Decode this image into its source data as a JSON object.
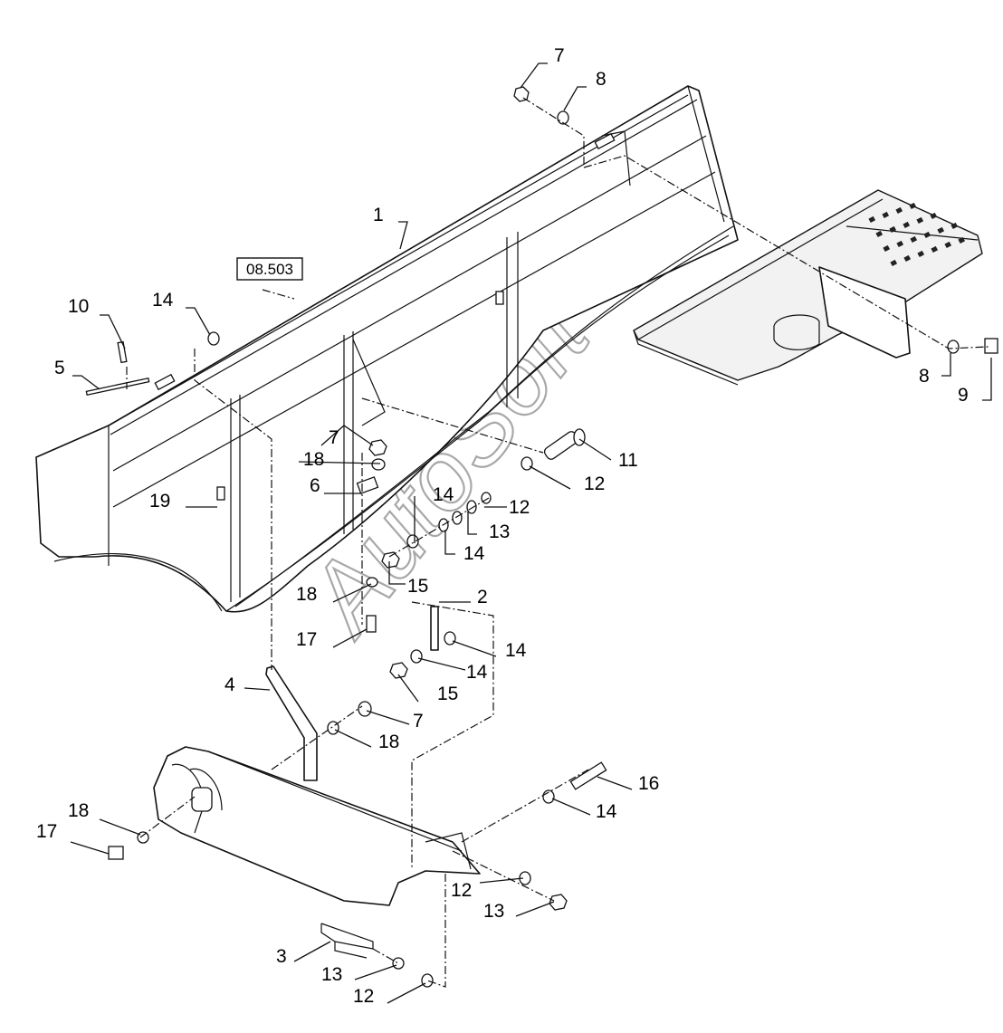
{
  "reference_box": "08.503",
  "watermark": "AutoSoft",
  "callouts": {
    "c7a": "7",
    "c8a": "8",
    "c1": "1",
    "c10": "10",
    "c14a": "14",
    "c5": "5",
    "c19": "19",
    "c7b": "7",
    "c18a": "18",
    "c6": "6",
    "c14b": "14",
    "c12a": "12",
    "c13a": "13",
    "c14c": "14",
    "c15a": "15",
    "c18b": "18",
    "c2": "2",
    "c17a": "17",
    "c14d": "14",
    "c14e": "14",
    "c15b": "15",
    "c4": "4",
    "c7c": "7",
    "c18c": "18",
    "c16": "16",
    "c14f": "14",
    "c18d": "18",
    "c17b": "17",
    "c12b": "12",
    "c13b": "13",
    "c3": "3",
    "c13c": "13",
    "c12c": "12",
    "c11": "11",
    "c12d": "12",
    "c8b": "8",
    "c9": "9"
  }
}
